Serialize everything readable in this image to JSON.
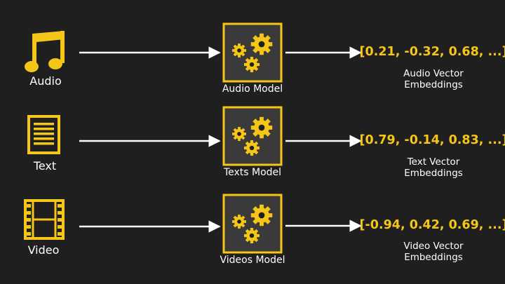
{
  "colors": {
    "background": "#1f1f1f",
    "accent": "#f5c518",
    "arrow": "#ffffff"
  },
  "rows": [
    {
      "input_icon": "music-note-icon",
      "input_label": "Audio",
      "model_icon": "gears-icon",
      "model_label": "Audio Model",
      "vector": "[0.21, -0.32, 0.68, ...]",
      "caption_line1": "Audio Vector",
      "caption_line2": "Embeddings"
    },
    {
      "input_icon": "document-icon",
      "input_label": "Text",
      "model_icon": "gears-icon",
      "model_label": "Texts Model",
      "vector": "[0.79, -0.14, 0.83, ...]",
      "caption_line1": "Text Vector",
      "caption_line2": "Embeddings"
    },
    {
      "input_icon": "film-strip-icon",
      "input_label": "Video",
      "model_icon": "gears-icon",
      "model_label": "Videos Model",
      "vector": "[-0.94, 0.42, 0.69, ...]",
      "caption_line1": "Video Vector",
      "caption_line2": "Embeddings"
    }
  ]
}
